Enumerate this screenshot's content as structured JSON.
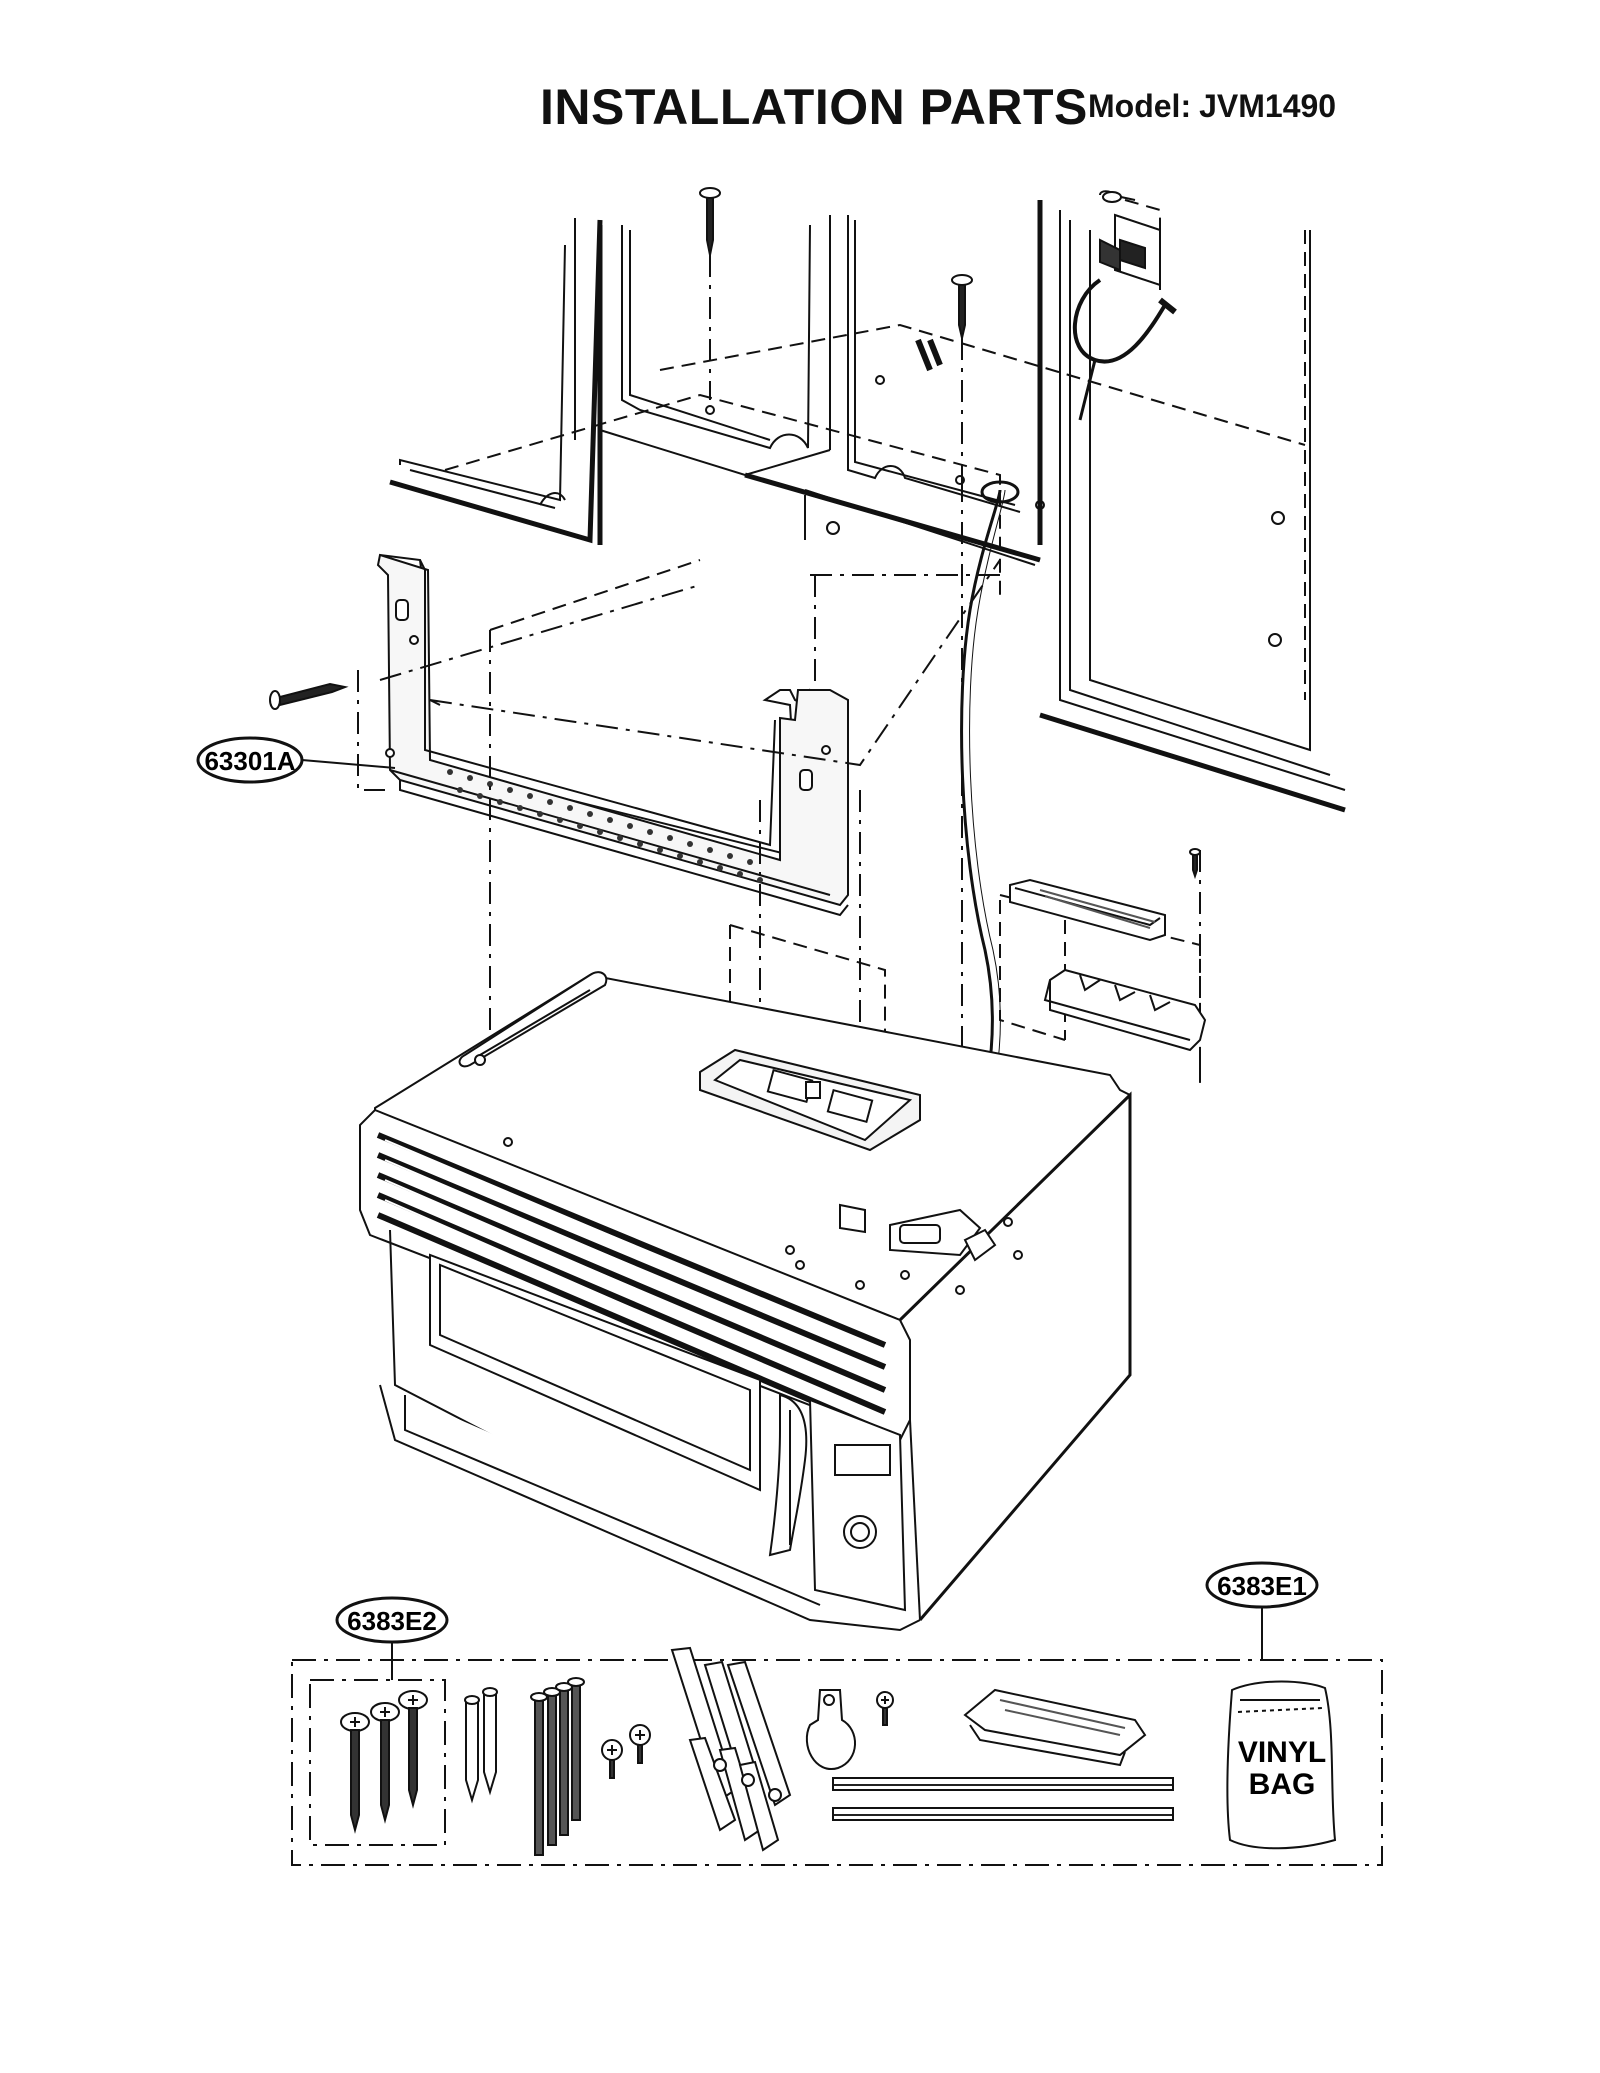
{
  "header": {
    "title": "INSTALLATION PARTS",
    "model_label": "Model:",
    "model_number": "JVM1490"
  },
  "callouts": {
    "mounting_plate": "63301A",
    "wall_screw_kit": "6383E2",
    "hardware_kit": "6383E1"
  },
  "kit_contents": {
    "bag_label_line1": "VINYL",
    "bag_label_line2": "BAG"
  }
}
